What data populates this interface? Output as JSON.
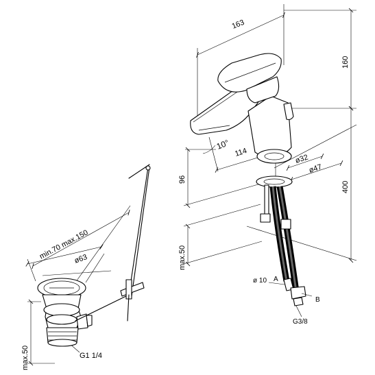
{
  "faucet": {
    "width": "163",
    "height_top": "160",
    "spout_angle": "10°",
    "reach": "114",
    "base_dia_small": "ø32",
    "base_dia_large": "ø47",
    "spout_height": "96",
    "total_height": "400",
    "max_deck": "max.50"
  },
  "connection": {
    "hose_dia": "ø 10",
    "label_a": "A",
    "label_b": "B",
    "thread": "G3/8"
  },
  "drain": {
    "range": "min.70 max.150",
    "dia": "ø63",
    "max_deck": "max.50",
    "thread": "G1 1/4"
  }
}
